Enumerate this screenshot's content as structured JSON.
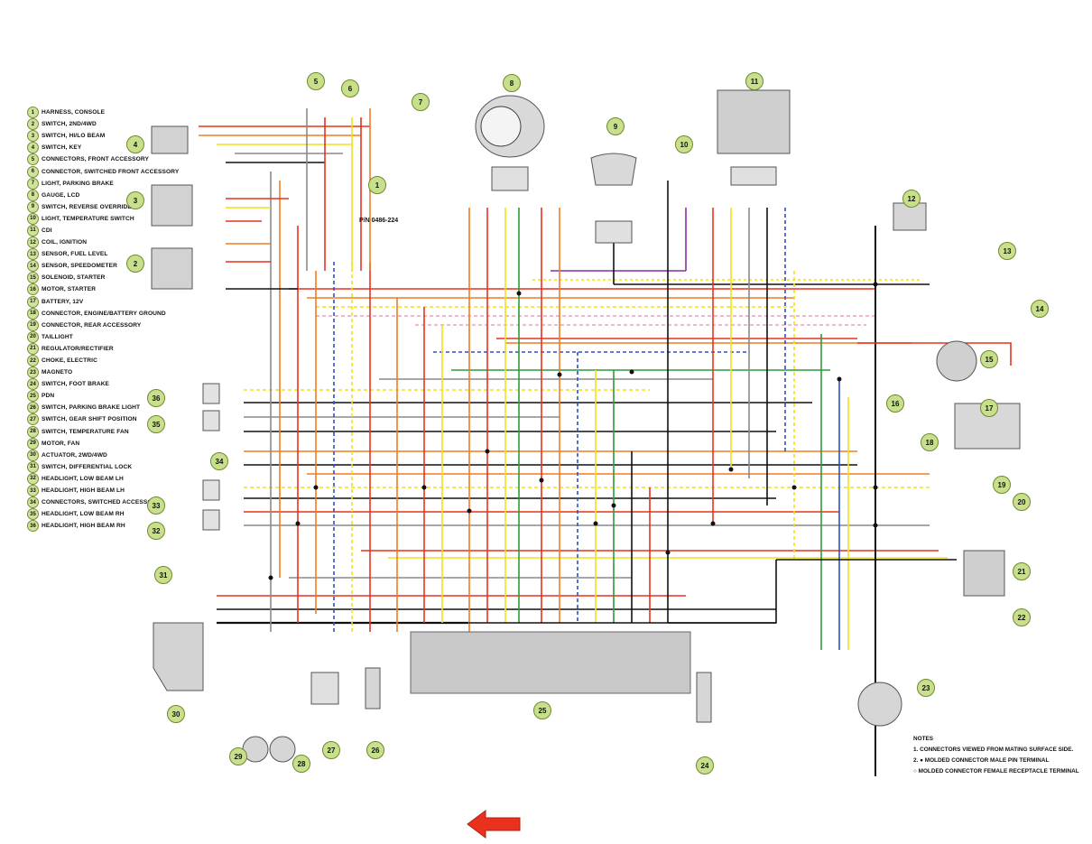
{
  "legend": [
    {
      "n": "1",
      "label": "HARNESS, CONSOLE"
    },
    {
      "n": "2",
      "label": "SWITCH, 2ND/4WD"
    },
    {
      "n": "3",
      "label": "SWITCH, HI/LO BEAM"
    },
    {
      "n": "4",
      "label": "SWITCH, KEY"
    },
    {
      "n": "5",
      "label": "CONNECTORS, FRONT ACCESSORY"
    },
    {
      "n": "6",
      "label": "CONNECTOR, SWITCHED FRONT ACCESSORY"
    },
    {
      "n": "7",
      "label": "LIGHT, PARKING BRAKE"
    },
    {
      "n": "8",
      "label": "GAUGE, LCD"
    },
    {
      "n": "9",
      "label": "SWITCH, REVERSE OVERRIDE"
    },
    {
      "n": "10",
      "label": "LIGHT, TEMPERATURE SWITCH"
    },
    {
      "n": "11",
      "label": "CDI"
    },
    {
      "n": "12",
      "label": "COIL, IGNITION"
    },
    {
      "n": "13",
      "label": "SENSOR, FUEL LEVEL"
    },
    {
      "n": "14",
      "label": "SENSOR, SPEEDOMETER"
    },
    {
      "n": "15",
      "label": "SOLENOID, STARTER"
    },
    {
      "n": "16",
      "label": "MOTOR, STARTER"
    },
    {
      "n": "17",
      "label": "BATTERY, 12V"
    },
    {
      "n": "18",
      "label": "CONNECTOR, ENGINE/BATTERY GROUND"
    },
    {
      "n": "19",
      "label": "CONNECTOR, REAR ACCESSORY"
    },
    {
      "n": "20",
      "label": "TAILLIGHT"
    },
    {
      "n": "21",
      "label": "REGULATOR/RECTIFIER"
    },
    {
      "n": "22",
      "label": "CHOKE, ELECTRIC"
    },
    {
      "n": "23",
      "label": "MAGNETO"
    },
    {
      "n": "24",
      "label": "SWITCH, FOOT BRAKE"
    },
    {
      "n": "25",
      "label": "PDN"
    },
    {
      "n": "26",
      "label": "SWITCH, PARKING BRAKE LIGHT"
    },
    {
      "n": "27",
      "label": "SWITCH, GEAR SHIFT POSITION"
    },
    {
      "n": "28",
      "label": "SWITCH, TEMPERATURE FAN"
    },
    {
      "n": "29",
      "label": "MOTOR, FAN"
    },
    {
      "n": "30",
      "label": "ACTUATOR, 2WD/4WD"
    },
    {
      "n": "31",
      "label": "SWITCH, DIFFERENTIAL LOCK"
    },
    {
      "n": "32",
      "label": "HEADLIGHT, LOW BEAM LH"
    },
    {
      "n": "33",
      "label": "HEADLIGHT, HIGH BEAM LH"
    },
    {
      "n": "34",
      "label": "CONNECTORS, SWITCHED ACCESSORY"
    },
    {
      "n": "35",
      "label": "HEADLIGHT, LOW BEAM RH"
    },
    {
      "n": "36",
      "label": "HEADLIGHT, HIGH BEAM RH"
    }
  ],
  "part_number": "P/N 0486-224",
  "notes": {
    "title": "NOTES",
    "note1": "1. CONNECTORS VIEWED FROM MATING SURFACE SIDE.",
    "note2a": "2. ● MOLDED CONNECTOR MALE PIN TERMINAL",
    "note2b": "○ MOLDED CONNECTOR FEMALE RECEPTACLE TERMINAL"
  },
  "callouts": [
    "1",
    "2",
    "3",
    "4",
    "5",
    "6",
    "7",
    "8",
    "9",
    "10",
    "11",
    "12",
    "13",
    "14",
    "15",
    "16",
    "17",
    "18",
    "19",
    "20",
    "21",
    "22",
    "23",
    "24",
    "25",
    "26",
    "27",
    "28",
    "29",
    "30",
    "31",
    "32",
    "33",
    "34",
    "35",
    "36"
  ],
  "wire_colors": {
    "red": "#e8321e",
    "orange": "#f07d22",
    "yellow": "#f2e21a",
    "green": "#2f9a3a",
    "blue": "#2a52c8",
    "black": "#111111",
    "gray": "#8a8a8a",
    "purple": "#8a2ba8",
    "pink": "#e9a0c0",
    "brown": "#8b4a1e",
    "white": "#ffffff"
  },
  "icons": {
    "back": "left-arrow-icon"
  }
}
